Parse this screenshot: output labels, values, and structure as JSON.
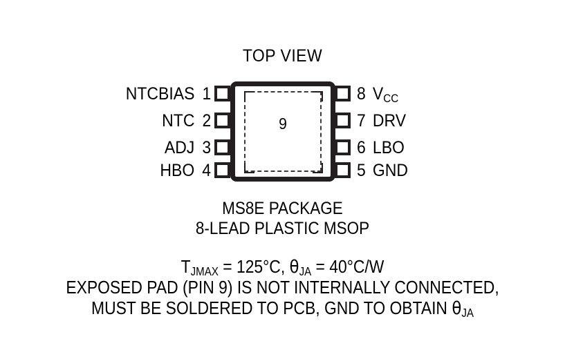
{
  "diagram": {
    "top_view_label": "TOP VIEW",
    "package_caption": {
      "line1": "MS8E PACKAGE",
      "line2": "8-LEAD PLASTIC MSOP"
    },
    "exposed_pad": {
      "pin_number": "9"
    },
    "pins_left": [
      {
        "number": "1",
        "name": "NTCBIAS"
      },
      {
        "number": "2",
        "name": "NTC"
      },
      {
        "number": "3",
        "name": "ADJ"
      },
      {
        "number": "4",
        "name": "HBO"
      }
    ],
    "pins_right": [
      {
        "number": "8",
        "name": "V",
        "sub": "CC"
      },
      {
        "number": "7",
        "name": "DRV",
        "sub": ""
      },
      {
        "number": "6",
        "name": "LBO",
        "sub": ""
      },
      {
        "number": "5",
        "name": "GND",
        "sub": ""
      }
    ],
    "notes": {
      "thermal_tjmax_prefix": "T",
      "thermal_tjmax_sub": "JMAX",
      "thermal_tjmax_value": " = 125°C, ",
      "thermal_theta_symbol": "θ",
      "thermal_theta_sub": "JA",
      "thermal_theta_value": " = 40°C/W",
      "line2": "EXPOSED PAD (PIN 9) IS NOT INTERNALLY CONNECTED,",
      "line3_prefix": "MUST BE SOLDERED TO PCB, GND TO OBTAIN ",
      "line3_theta": "θ",
      "line3_theta_sub": "JA"
    }
  },
  "colors": {
    "ink": "#000000",
    "outline": "#231f20",
    "pad_dash": "#3a3a3a",
    "background": "#ffffff"
  }
}
